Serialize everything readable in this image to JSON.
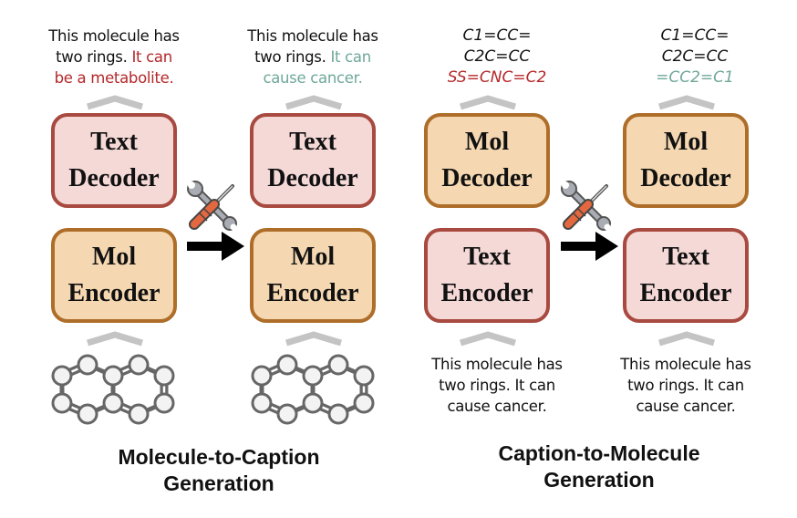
{
  "left_panel": {
    "title_line1": "Molecule-to-Caption",
    "title_line2": "Generation",
    "before": {
      "output_caption": {
        "line1": "This molecule has",
        "line2_plain": "two rings. ",
        "line2_highlight": "It can",
        "line3_highlight": "be a metabolite."
      },
      "decoder": {
        "line1": "Text",
        "line2": "Decoder"
      },
      "encoder": {
        "line1": "Mol",
        "line2": "Encoder"
      },
      "input_icon": "molecule-structure"
    },
    "after": {
      "output_caption": {
        "line1": "This molecule has",
        "line2_plain": "two rings. ",
        "line2_highlight": "It can",
        "line3_highlight": "cause cancer."
      },
      "decoder": {
        "line1": "Text",
        "line2": "Decoder"
      },
      "encoder": {
        "line1": "Mol",
        "line2": "Encoder"
      },
      "input_icon": "molecule-structure"
    },
    "transition_icons": [
      "tools-icon",
      "arrow-right-icon"
    ]
  },
  "right_panel": {
    "title_line1": "Caption-to-Molecule",
    "title_line2": "Generation",
    "before": {
      "output_smiles": {
        "line1": "C1=CC=",
        "line2": "C2C=CC",
        "line3_highlight": "SS=CNC=C2"
      },
      "decoder": {
        "line1": "Mol",
        "line2": "Decoder"
      },
      "encoder": {
        "line1": "Text",
        "line2": "Encoder"
      },
      "input_caption": {
        "line1": "This molecule has",
        "line2": "two rings. It can",
        "line3": "cause cancer."
      }
    },
    "after": {
      "output_smiles": {
        "line1": "C1=CC=",
        "line2": "C2C=CC",
        "line3_highlight": "=CC2=C1"
      },
      "decoder": {
        "line1": "Mol",
        "line2": "Decoder"
      },
      "encoder": {
        "line1": "Text",
        "line2": "Encoder"
      },
      "input_caption": {
        "line1": "This molecule has",
        "line2": "two rings. It can",
        "line3": "cause cancer."
      }
    },
    "transition_icons": [
      "tools-icon",
      "arrow-right-icon"
    ]
  },
  "colors": {
    "wrong_output": "#b5282a",
    "correct_output": "#6fa89a",
    "text_module_fill": "#f5d9d7",
    "text_module_border": "#a84a3f",
    "mol_module_fill": "#f5d8b1",
    "mol_module_border": "#ae6e2a",
    "connector": "#c4c4c4"
  }
}
